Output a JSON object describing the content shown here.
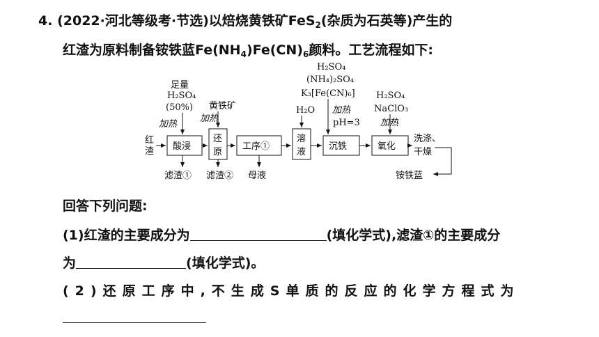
{
  "question": {
    "number": "4.",
    "line1_a": "(2022·河北等级考·节选)以焙烧黄铁矿FeS",
    "line1_sub": "2",
    "line1_b": "(杂质为石英等)产生的",
    "line2_a": "红渣为原料制备铵铁蓝Fe(NH",
    "line2_sub1": "4",
    "line2_b": ")Fe(CN)",
    "line2_sub2": "6",
    "line2_c": "颜料。工艺流程如下:",
    "answer_intro": "回答下列问题:",
    "q1_a": "(1)红渣的主要成分为",
    "q1_b": "(填化学式),滤渣①的主要成分",
    "q1_c": "为",
    "q1_d": "(填化学式)。",
    "q2": "(2)还原工序中,不生成S单质的反应的化学方程式为"
  },
  "diagram": {
    "inputs": {
      "red_slag": "红渣",
      "acid_amount": "足量",
      "acid_formula": "H₂SO₄",
      "acid_conc": "(50%)",
      "heat1": "加热",
      "pyrite": "黄铁矿",
      "heat2": "加热",
      "water": "H₂O",
      "r1": "H₂SO₄",
      "r2": "(NH₄)₂SO₄",
      "r3": "K₃[Fe(CN)₆]",
      "heat3": "加热",
      "ph": "pH=3",
      "o1": "H₂SO₄",
      "o2": "NaClO₃",
      "heat4": "加热"
    },
    "boxes": {
      "leach": "酸浸",
      "reduce_1": "还",
      "reduce_2": "原",
      "process1": "工序①",
      "dissolve_1": "溶",
      "dissolve_2": "液",
      "precipitate": "沉铁",
      "oxidize": "氧化"
    },
    "outputs": {
      "residue1": "滤渣①",
      "residue2": "滤渣②",
      "mother_liquor": "母液",
      "wash_dry_1": "洗涤、",
      "wash_dry_2": "干燥",
      "product": "铵铁蓝"
    }
  }
}
